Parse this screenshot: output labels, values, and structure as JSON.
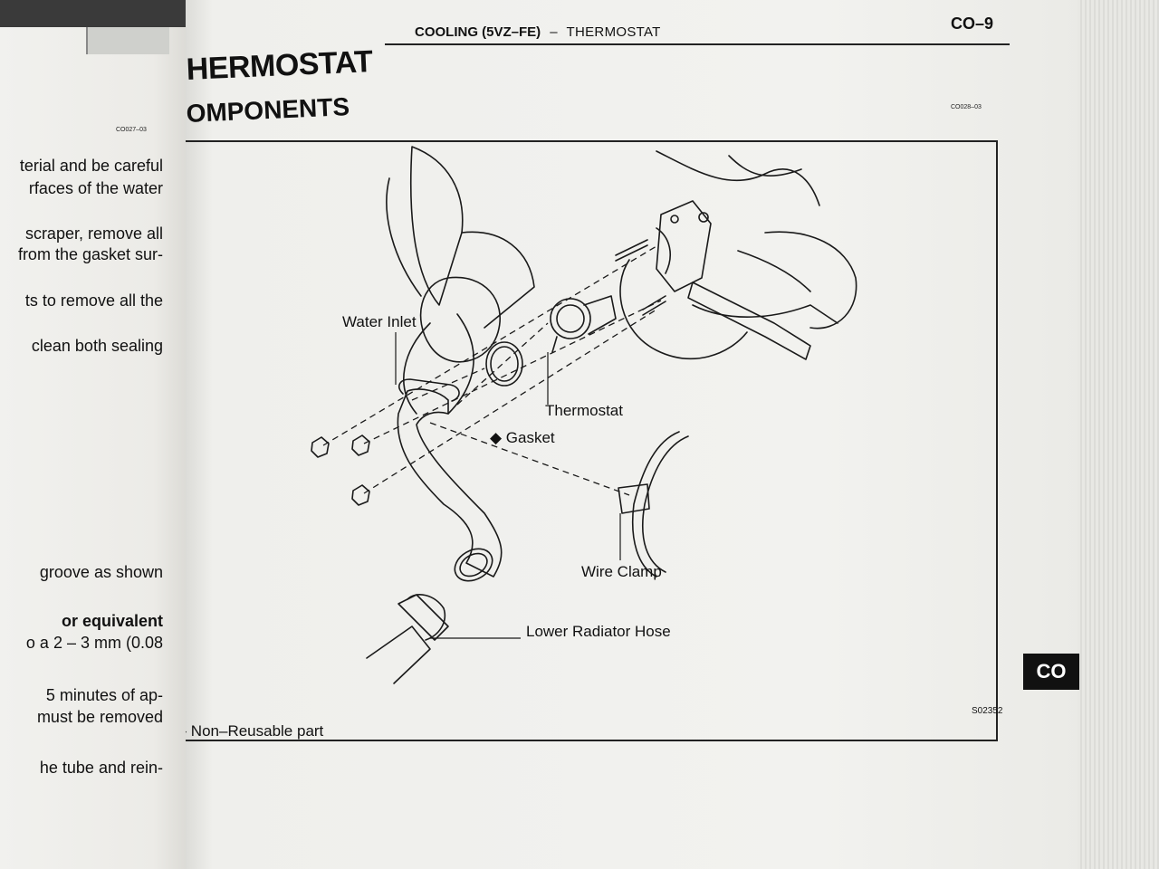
{
  "left_page": {
    "code": "CO027–03",
    "lines": [
      {
        "text": "terial and be careful",
        "bold": false
      },
      {
        "text": "rfaces of the water",
        "bold": false
      },
      {
        "text": "scraper, remove all",
        "bold": false
      },
      {
        "text": "from the gasket sur-",
        "bold": false
      },
      {
        "text": "ts to remove all the",
        "bold": false
      },
      {
        "text": "clean both sealing",
        "bold": false
      },
      {
        "text": "groove as shown",
        "bold": false
      },
      {
        "text": "or equivalent",
        "bold": true
      },
      {
        "text": "o a 2 – 3 mm (0.08",
        "bold": false
      },
      {
        "text": "5 minutes of ap-",
        "bold": false
      },
      {
        "text": "must be removed",
        "bold": false
      },
      {
        "text": "he tube and rein-",
        "bold": false
      }
    ]
  },
  "header": {
    "title": "COOLING (5VZ–FE)",
    "dash": "–",
    "subtitle": "THERMOSTAT",
    "page_number": "CO–9"
  },
  "section": {
    "title": "HERMOSTAT",
    "subtitle": "OMPONENTS"
  },
  "figure": {
    "code_top": "CO028–03",
    "code": "S02352",
    "labels": {
      "water_inlet": "Water Inlet",
      "thermostat": "Thermostat",
      "gasket": "◆ Gasket",
      "wire_clamp": "Wire Clamp",
      "lower_radiator_hose": "Lower Radiator Hose",
      "non_reusable": "◆ Non–Reusable part"
    }
  },
  "tab": {
    "label": "CO"
  },
  "colors": {
    "ink": "#111111",
    "paper": "#f1f1ee",
    "tab": "#111111"
  }
}
